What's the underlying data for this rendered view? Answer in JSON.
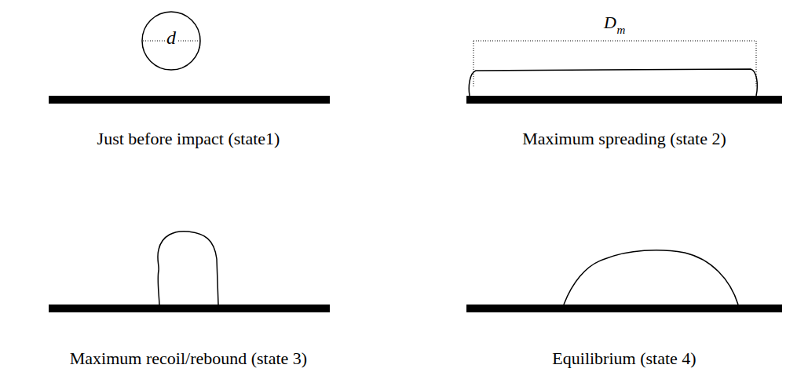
{
  "diagram": {
    "nodes": [
      {
        "text": [
          "d"
        ]
      }
    ],
    "labels": [
      "D",
      "m",
      "Just before impact (state1)",
      "Maximum spreading (state 2)",
      "Maximum recoil/rebound (state 3)",
      "Equilibrium (state 4)"
    ]
  }
}
